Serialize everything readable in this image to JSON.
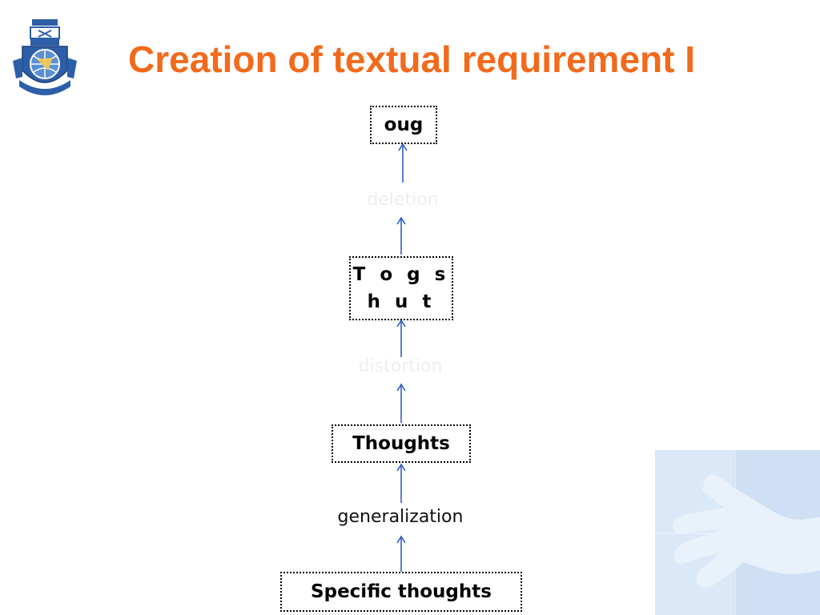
{
  "slide": {
    "title": "Creation of textual requirement I"
  },
  "diagram": {
    "boxes": {
      "top": "oug",
      "second_line1": "T o g s",
      "second_line2": "h u t",
      "third": "Thoughts",
      "bottom": "Specific thoughts"
    },
    "labels": {
      "deletion": "deletion",
      "distortion": "distortion",
      "generalization": "generalization"
    },
    "arrow_color": "#2a5fc9",
    "faded_label_color": "#eeeeee"
  },
  "colors": {
    "title": "#f26a1b",
    "corner_panel": "#dbe8f7"
  },
  "images": {
    "logo": "university-crest-logo",
    "corner": "hand-illustration"
  }
}
